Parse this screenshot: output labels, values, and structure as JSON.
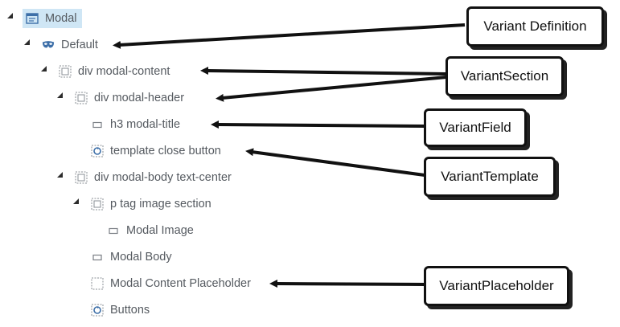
{
  "tree": {
    "nodes": [
      {
        "id": "modal",
        "label": "Modal",
        "icon": "component-icon"
      },
      {
        "id": "default",
        "label": "Default",
        "icon": "mask-icon"
      },
      {
        "id": "modal-content",
        "label": "div modal-content",
        "icon": "section-icon"
      },
      {
        "id": "modal-header",
        "label": "div modal-header",
        "icon": "section-icon"
      },
      {
        "id": "modal-title",
        "label": "h3 modal-title",
        "icon": "field-icon"
      },
      {
        "id": "close-button",
        "label": "template close button",
        "icon": "template-icon"
      },
      {
        "id": "modal-body",
        "label": "div modal-body text-center",
        "icon": "section-icon"
      },
      {
        "id": "image-section",
        "label": "p tag image section",
        "icon": "section-icon"
      },
      {
        "id": "modal-image",
        "label": "Modal Image",
        "icon": "field-icon"
      },
      {
        "id": "body-field",
        "label": "Modal Body",
        "icon": "field-icon"
      },
      {
        "id": "placeholder",
        "label": "Modal Content Placeholder",
        "icon": "placeholder-icon"
      },
      {
        "id": "buttons",
        "label": "Buttons",
        "icon": "template-icon"
      }
    ]
  },
  "callouts": {
    "definition": "Variant Definition",
    "section": "VariantSection",
    "field": "VariantField",
    "template": "VariantTemplate",
    "placeholder": "VariantPlaceholder"
  },
  "colors": {
    "selection": "#cfe6f5",
    "icon_blue": "#3d6fa8",
    "text": "#555a60",
    "arrow": "#111111"
  }
}
